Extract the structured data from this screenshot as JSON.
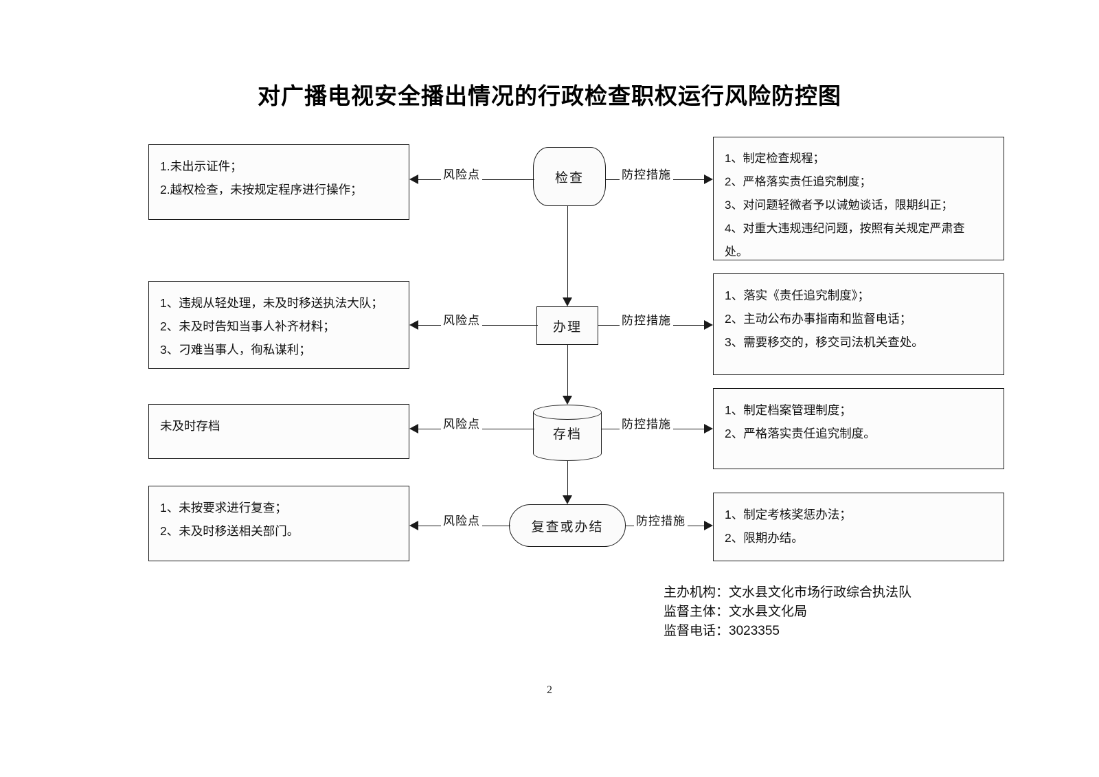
{
  "document": {
    "title": "对广播电视安全播出情况的行政检查职权运行风险防控图",
    "page_number": "2"
  },
  "edge_labels": {
    "risk": "风险点",
    "control": "防控措施"
  },
  "flow": {
    "nodes": [
      {
        "id": "inspect",
        "label": "检查",
        "shape": "rounded-rectangle"
      },
      {
        "id": "process",
        "label": "办理",
        "shape": "rectangle"
      },
      {
        "id": "archive",
        "label": "存档",
        "shape": "cylinder"
      },
      {
        "id": "final",
        "label": "复查或办结",
        "shape": "stadium"
      }
    ]
  },
  "risk_boxes": [
    {
      "id": "risk-1",
      "lines": [
        "1.未出示证件；",
        "2.越权检查，未按规定程序进行操作；"
      ]
    },
    {
      "id": "risk-2",
      "lines": [
        "1、违规从轻处理，未及时移送执法大队；",
        "2、未及时告知当事人补齐材料；",
        "3、刁难当事人，徇私谋利；"
      ]
    },
    {
      "id": "risk-3",
      "lines": [
        "未及时存档"
      ]
    },
    {
      "id": "risk-4",
      "lines": [
        "1、未按要求进行复查；",
        "2、未及时移送相关部门。"
      ]
    }
  ],
  "control_boxes": [
    {
      "id": "ctrl-1",
      "lines": [
        "1、制定检查规程；",
        "2、严格落实责任追究制度；",
        "3、对问题轻微者予以诫勉谈话，限期纠正；",
        "4、对重大违规违纪问题，按照有关规定严肃查",
        "处。"
      ]
    },
    {
      "id": "ctrl-2",
      "lines": [
        "1、落实《责任追究制度》；",
        "2、主动公布办事指南和监督电话；",
        "3、需要移交的，移交司法机关查处。"
      ]
    },
    {
      "id": "ctrl-3",
      "lines": [
        "1、制定档案管理制度；",
        "2、严格落实责任追究制度。"
      ]
    },
    {
      "id": "ctrl-4",
      "lines": [
        "1、制定考核奖惩办法；",
        "2、限期办结。"
      ]
    }
  ],
  "footer": {
    "lines": [
      "主办机构：文水县文化市场行政综合执法队",
      "监督主体：文水县文化局",
      "监督电话：3023355"
    ]
  },
  "colors": {
    "stroke": "#1a1a1a",
    "background": "#ffffff",
    "box_fill": "#fcfcfc"
  }
}
